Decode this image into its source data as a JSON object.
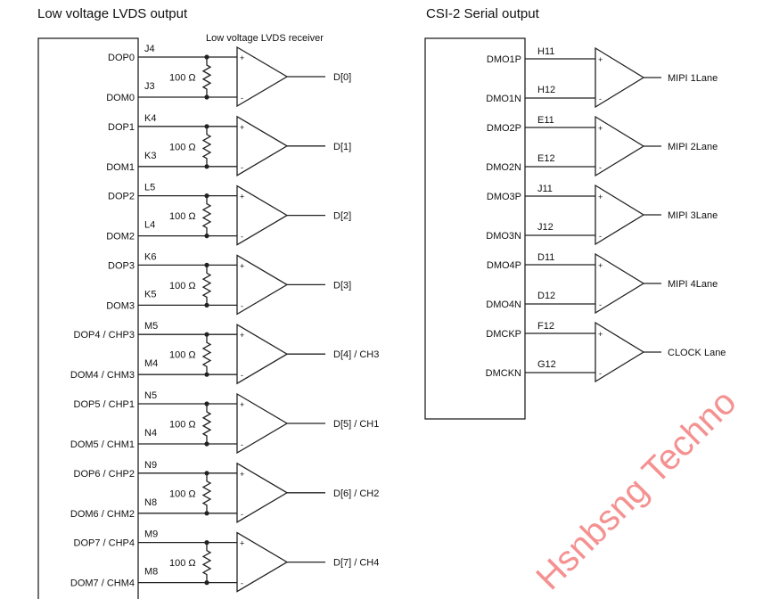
{
  "lvds": {
    "title": "Low voltage LVDS output",
    "receiver_label": "Low voltage LVDS receiver",
    "resistor_label": "100 Ω",
    "channels": [
      {
        "p_signal": "DOP0",
        "m_signal": "DOM0",
        "p_pin": "J4",
        "m_pin": "J3",
        "output": "D[0]"
      },
      {
        "p_signal": "DOP1",
        "m_signal": "DOM1",
        "p_pin": "K4",
        "m_pin": "K3",
        "output": "D[1]"
      },
      {
        "p_signal": "DOP2",
        "m_signal": "DOM2",
        "p_pin": "L5",
        "m_pin": "L4",
        "output": "D[2]"
      },
      {
        "p_signal": "DOP3",
        "m_signal": "DOM3",
        "p_pin": "K6",
        "m_pin": "K5",
        "output": "D[3]"
      },
      {
        "p_signal": "DOP4 / CHP3",
        "m_signal": "DOM4 / CHM3",
        "p_pin": "M5",
        "m_pin": "M4",
        "output": "D[4] / CH3"
      },
      {
        "p_signal": "DOP5 / CHP1",
        "m_signal": "DOM5 / CHM1",
        "p_pin": "N5",
        "m_pin": "N4",
        "output": "D[5] / CH1"
      },
      {
        "p_signal": "DOP6 / CHP2",
        "m_signal": "DOM6 / CHM2",
        "p_pin": "N9",
        "m_pin": "N8",
        "output": "D[6] / CH2"
      },
      {
        "p_signal": "DOP7 / CHP4",
        "m_signal": "DOM7 / CHM4",
        "p_pin": "M9",
        "m_pin": "M8",
        "output": "D[7] / CH4"
      }
    ]
  },
  "csi2": {
    "title": "CSI-2 Serial output",
    "channels": [
      {
        "p_signal": "DMO1P",
        "m_signal": "DMO1N",
        "p_pin": "H11",
        "m_pin": "H12",
        "output": "MIPI 1Lane"
      },
      {
        "p_signal": "DMO2P",
        "m_signal": "DMO2N",
        "p_pin": "E11",
        "m_pin": "E12",
        "output": "MIPI 2Lane"
      },
      {
        "p_signal": "DMO3P",
        "m_signal": "DMO3N",
        "p_pin": "J11",
        "m_pin": "J12",
        "output": "MIPI 3Lane"
      },
      {
        "p_signal": "DMO4P",
        "m_signal": "DMO4N",
        "p_pin": "D11",
        "m_pin": "D12",
        "output": "MIPI 4Lane"
      },
      {
        "p_signal": "DMCKP",
        "m_signal": "DMCKN",
        "p_pin": "F12",
        "m_pin": "G12",
        "output": "CLOCK Lane"
      }
    ]
  },
  "amp_plus": "+",
  "amp_minus": "-",
  "watermark": "Hsnbsng Techno",
  "watermark_color": "#f26d6d"
}
